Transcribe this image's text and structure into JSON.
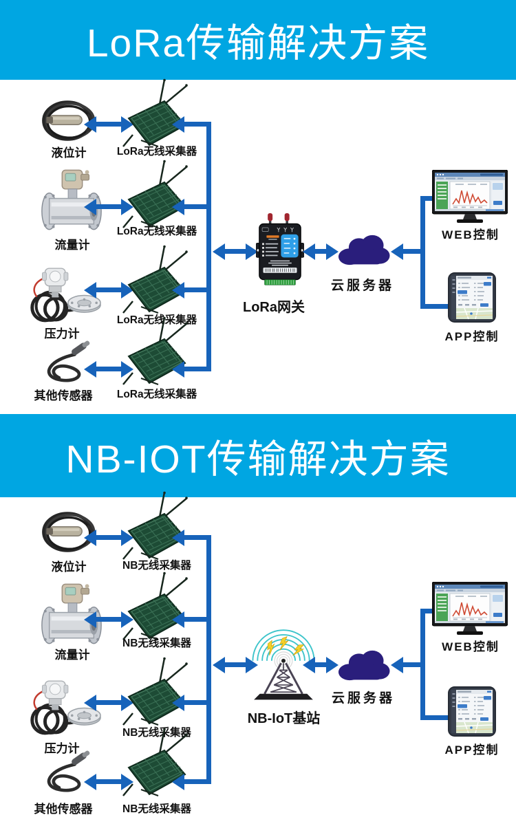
{
  "colors": {
    "banner_bg": "#00A6E2",
    "banner_text": "#FFFFFF",
    "arrow_blue": "#1763BA",
    "board_green": "#1D4B35",
    "cloud_indigo": "#2A1E7C"
  },
  "icons": {
    "level_sensor": "coil-probe-sensor-icon",
    "flow_meter": "turbine-flowmeter-icon",
    "pressure_sensor": "pressure-transmitter-icon",
    "other_sensor": "cable-probe-sensor-icon",
    "collector": "solar-board-antenna-icon",
    "lora_gateway": "industrial-gateway-icon",
    "nb_base_station": "radio-tower-icon",
    "cloud": "cloud-server-icon",
    "web": "desktop-monitor-icon",
    "app": "smartphone-icon"
  },
  "sections": [
    {
      "title": "LoRa传输解决方案",
      "rows": [
        {
          "sensor_label": "液位计",
          "collector_label": "LoRa无线采集器"
        },
        {
          "sensor_label": "流量计",
          "collector_label": "LoRa无线采集器"
        },
        {
          "sensor_label": "压力计",
          "collector_label": "LoRa无线采集器"
        },
        {
          "sensor_label": "其他传感器",
          "collector_label": "LoRa无线采集器"
        }
      ],
      "hub_label": "LoRa网关",
      "cloud_label": "云服务器",
      "web_label": "WEB控制",
      "app_label": "APP控制"
    },
    {
      "title": "NB-IOT传输解决方案",
      "rows": [
        {
          "sensor_label": "液位计",
          "collector_label": "NB无线采集器"
        },
        {
          "sensor_label": "流量计",
          "collector_label": "NB无线采集器"
        },
        {
          "sensor_label": "压力计",
          "collector_label": "NB无线采集器"
        },
        {
          "sensor_label": "其他传感器",
          "collector_label": "NB无线采集器"
        }
      ],
      "hub_label": "NB-IoT基站",
      "cloud_label": "云服务器",
      "web_label": "WEB控制",
      "app_label": "APP控制"
    }
  ]
}
